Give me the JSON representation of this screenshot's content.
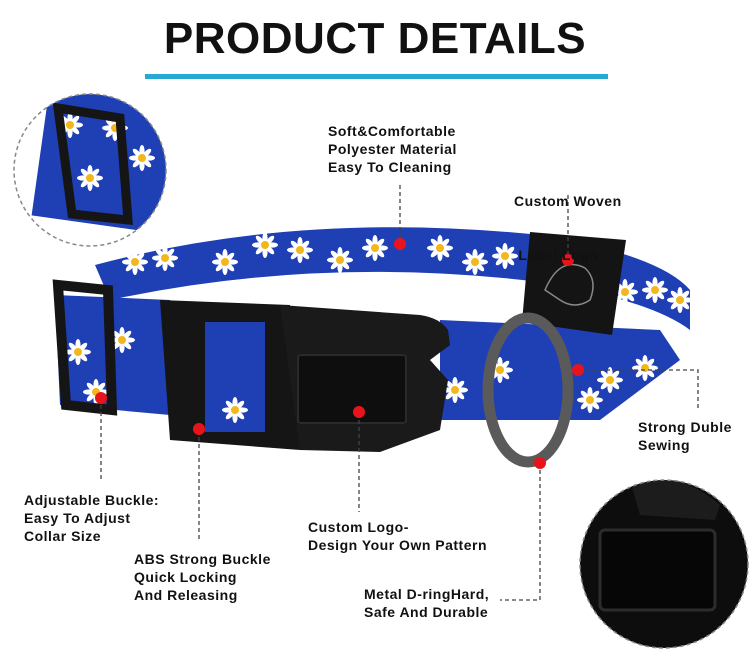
{
  "title": "PRODUCT DETAILS",
  "colors": {
    "accent_bar": "#27a9d6",
    "webbing_blue": "#1f3fb5",
    "buckle_black": "#151515",
    "marker_red": "#e8141c"
  },
  "icons": {
    "daisy": "daisy-flower-pattern",
    "label_logo": "dog-head-logo"
  },
  "callouts": {
    "fabric": [
      "Soft&Comfortable",
      "Polyester Material",
      "Easy To Cleaning"
    ],
    "woven_label": [
      "Custom Woven",
      " Label Logo"
    ],
    "sewing": [
      "Strong Duble",
      "Sewing"
    ],
    "adjustable": [
      "Adjustable Buckle:",
      "Easy To Adjust",
      "Collar Size"
    ],
    "abs_buckle": [
      "ABS Strong Buckle",
      "Quick Locking",
      "And Releasing"
    ],
    "custom_logo": [
      "Custom Logo-",
      "Design Your Own Pattern"
    ],
    "d_ring": [
      "Metal D-ringHard,",
      "Safe And Durable"
    ]
  }
}
